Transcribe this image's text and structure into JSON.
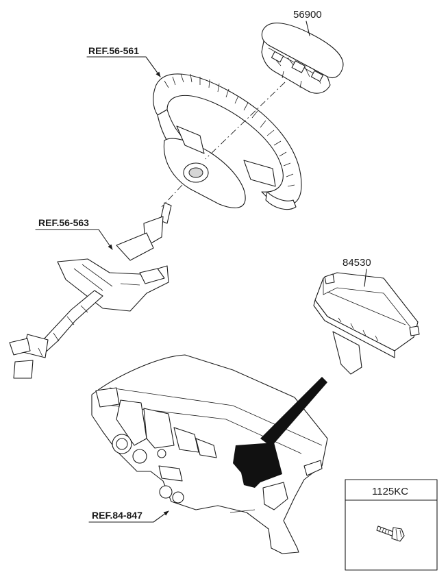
{
  "parts": {
    "airbag_module_driver": "56900",
    "airbag_module_passenger": "84530",
    "bolt_code": "1125KC"
  },
  "references": {
    "steering_wheel": "REF.56-561",
    "steering_column": "REF.56-563",
    "crash_pad": "REF.84-847"
  }
}
